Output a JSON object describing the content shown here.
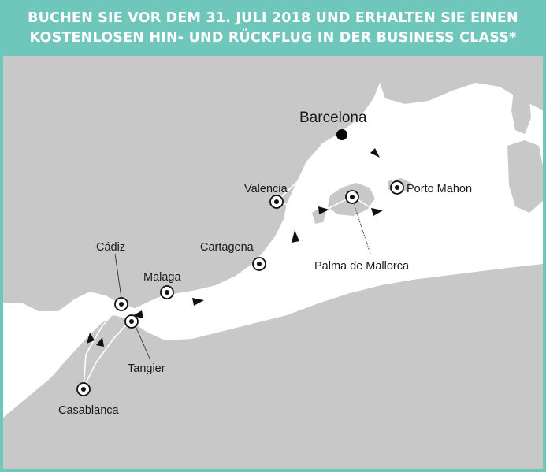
{
  "banner": {
    "line1": "BUCHEN SIE VOR DEM 31. JULI 2018 UND ERHALTEN SIE EINEN",
    "line2": "KOSTENLOSEN HIN- UND RÜCKFLUG IN DER BUSINESS CLASS*",
    "background": "#6fc6bb",
    "text_color": "#ffffff"
  },
  "map": {
    "land_color": "#c8c8c8",
    "sea_color": "#ffffff",
    "route_color": "#ffffff",
    "arrow_color": "#111111"
  },
  "ports": {
    "barcelona": "Barcelona",
    "valencia": "Valencia",
    "porto_mahon": "Porto Mahon",
    "palma": "Palma de Mallorca",
    "cartagena": "Cartagena",
    "malaga": "Malaga",
    "cadiz": "Cádiz",
    "tangier": "Tangier",
    "casablanca": "Casablanca"
  }
}
